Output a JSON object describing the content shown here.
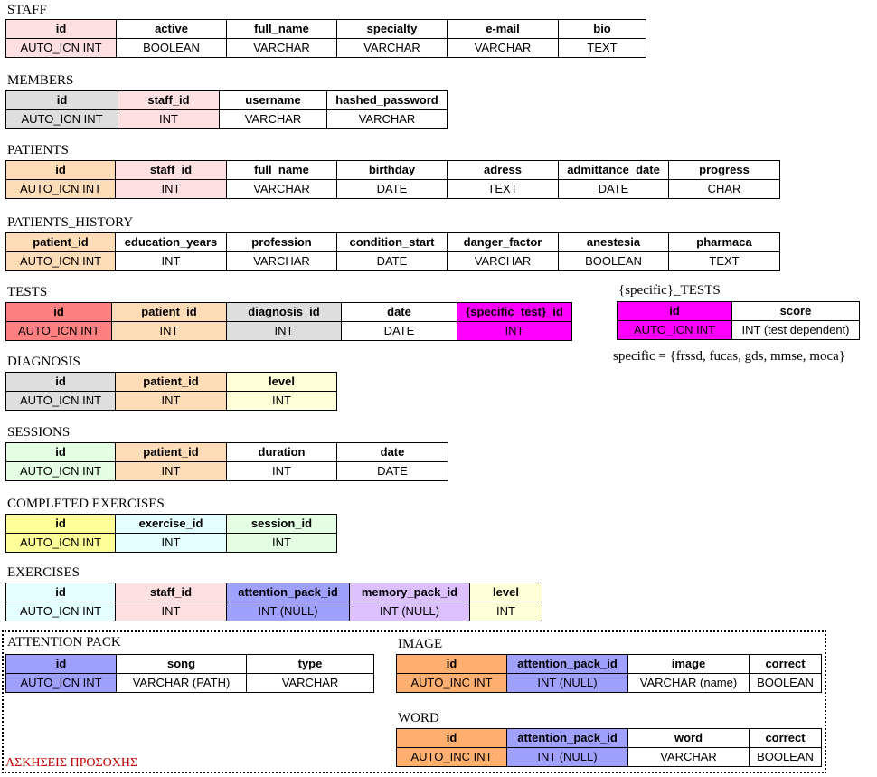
{
  "colors": {
    "white": "#ffffff",
    "pink": "#ffe0e0",
    "peach": "#ffdcb8",
    "gray": "#dedede",
    "salmon": "#ff8080",
    "magenta": "#ff00ff",
    "light_yellow": "#ffffd8",
    "light_green": "#e4ffe4",
    "yellow": "#ffff99",
    "light_cyan": "#e4ffff",
    "periwinkle": "#a0a0ff",
    "lavender": "#dcc0ff",
    "orange": "#ffb070"
  },
  "tables": [
    {
      "name": "staff",
      "title": "STAFF",
      "columns": [
        {
          "name": "id",
          "type": "AUTO_ICN INT",
          "color": "pink"
        },
        {
          "name": "active",
          "type": "BOOLEAN",
          "color": "white"
        },
        {
          "name": "full_name",
          "type": "VARCHAR",
          "color": "white"
        },
        {
          "name": "specialty",
          "type": "VARCHAR",
          "color": "white"
        },
        {
          "name": "e-mail",
          "type": "VARCHAR",
          "color": "white"
        },
        {
          "name": "bio",
          "type": "TEXT",
          "color": "white"
        }
      ]
    },
    {
      "name": "members",
      "title": "MEMBERS",
      "columns": [
        {
          "name": "id",
          "type": "AUTO_ICN INT",
          "color": "gray"
        },
        {
          "name": "staff_id",
          "type": "INT",
          "color": "pink"
        },
        {
          "name": "username",
          "type": "VARCHAR",
          "color": "white"
        },
        {
          "name": "hashed_password",
          "type": "VARCHAR",
          "color": "white"
        }
      ]
    },
    {
      "name": "patients",
      "title": "PATIENTS",
      "columns": [
        {
          "name": "id",
          "type": "AUTO_ICN INT",
          "color": "peach"
        },
        {
          "name": "staff_id",
          "type": "INT",
          "color": "pink"
        },
        {
          "name": "full_name",
          "type": "VARCHAR",
          "color": "white"
        },
        {
          "name": "birthday",
          "type": "DATE",
          "color": "white"
        },
        {
          "name": "adress",
          "type": "TEXT",
          "color": "white"
        },
        {
          "name": "admittance_date",
          "type": "DATE",
          "color": "white"
        },
        {
          "name": "progress",
          "type": "CHAR",
          "color": "white"
        }
      ]
    },
    {
      "name": "patients-history",
      "title": "PATIENTS_HISTORY",
      "columns": [
        {
          "name": "patient_id",
          "type": "AUTO_ICN INT",
          "color": "peach"
        },
        {
          "name": "education_years",
          "type": "INT",
          "color": "white"
        },
        {
          "name": "profession",
          "type": "VARCHAR",
          "color": "white"
        },
        {
          "name": "condition_start",
          "type": "DATE",
          "color": "white"
        },
        {
          "name": "danger_factor",
          "type": "VARCHAR",
          "color": "white"
        },
        {
          "name": "anestesia",
          "type": "BOOLEAN",
          "color": "white"
        },
        {
          "name": "pharmaca",
          "type": "TEXT",
          "color": "white"
        }
      ]
    },
    {
      "name": "tests",
      "title": "TESTS",
      "columns": [
        {
          "name": "id",
          "type": "AUTO_ICN INT",
          "color": "salmon"
        },
        {
          "name": "patient_id",
          "type": "INT",
          "color": "peach"
        },
        {
          "name": "diagnosis_id",
          "type": "INT",
          "color": "gray"
        },
        {
          "name": "date",
          "type": "DATE",
          "color": "white"
        },
        {
          "name": "{specific_test}_id",
          "type": "INT",
          "color": "magenta"
        }
      ]
    },
    {
      "name": "specific-tests",
      "title": "{specific}_TESTS",
      "columns": [
        {
          "name": "id",
          "type": "AUTO_ICN INT",
          "color": "magenta"
        },
        {
          "name": "score",
          "type": "INT (test dependent)",
          "color": "white"
        }
      ]
    },
    {
      "name": "diagnosis",
      "title": "DIAGNOSIS",
      "columns": [
        {
          "name": "id",
          "type": "AUTO_ICN INT",
          "color": "gray"
        },
        {
          "name": "patient_id",
          "type": "INT",
          "color": "peach"
        },
        {
          "name": "level",
          "type": "INT",
          "color": "light_yellow"
        }
      ]
    },
    {
      "name": "sessions",
      "title": "SESSIONS",
      "columns": [
        {
          "name": "id",
          "type": "AUTO_ICN INT",
          "color": "light_green"
        },
        {
          "name": "patient_id",
          "type": "INT",
          "color": "peach"
        },
        {
          "name": "duration",
          "type": "INT",
          "color": "white"
        },
        {
          "name": "date",
          "type": "DATE",
          "color": "white"
        }
      ]
    },
    {
      "name": "completed-exercises",
      "title": "COMPLETED EXERCISES",
      "columns": [
        {
          "name": "id",
          "type": "AUTO_ICN INT",
          "color": "yellow"
        },
        {
          "name": "exercise_id",
          "type": "INT",
          "color": "light_cyan"
        },
        {
          "name": "session_id",
          "type": "INT",
          "color": "light_green"
        }
      ]
    },
    {
      "name": "exercises",
      "title": "EXERCISES",
      "columns": [
        {
          "name": "id",
          "type": "AUTO_ICN INT",
          "color": "light_cyan"
        },
        {
          "name": "staff_id",
          "type": "INT",
          "color": "pink"
        },
        {
          "name": "attention_pack_id",
          "type": "INT (NULL)",
          "color": "periwinkle"
        },
        {
          "name": "memory_pack_id",
          "type": "INT (NULL)",
          "color": "lavender"
        },
        {
          "name": "level",
          "type": "INT",
          "color": "light_yellow"
        }
      ]
    },
    {
      "name": "attention-pack",
      "title": "ATTENTION PACK",
      "columns": [
        {
          "name": "id",
          "type": "AUTO_ICN INT",
          "color": "periwinkle"
        },
        {
          "name": "song",
          "type": "VARCHAR (PATH)",
          "color": "white"
        },
        {
          "name": "type",
          "type": "VARCHAR",
          "color": "white"
        }
      ]
    },
    {
      "name": "image",
      "title": "IMAGE",
      "columns": [
        {
          "name": "id",
          "type": "AUTO_INC INT",
          "color": "orange"
        },
        {
          "name": "attention_pack_id",
          "type": "INT (NULL)",
          "color": "periwinkle"
        },
        {
          "name": "image",
          "type": "VARCHAR (name)",
          "color": "white"
        },
        {
          "name": "correct",
          "type": "BOOLEAN",
          "color": "white"
        }
      ]
    },
    {
      "name": "word",
      "title": "WORD",
      "columns": [
        {
          "name": "id",
          "type": "AUTO_INC INT",
          "color": "orange"
        },
        {
          "name": "attention_pack_id",
          "type": "INT (NULL)",
          "color": "periwinkle"
        },
        {
          "name": "word",
          "type": "VARCHAR",
          "color": "white"
        },
        {
          "name": "correct",
          "type": "BOOLEAN",
          "color": "white"
        }
      ]
    }
  ],
  "specific_note": "specific = {frssd, fucas, gds, mmse, moca}",
  "group_label": "ΑΣΚΗΣΕΙΣ ΠΡΟΣΟΧΗΣ"
}
